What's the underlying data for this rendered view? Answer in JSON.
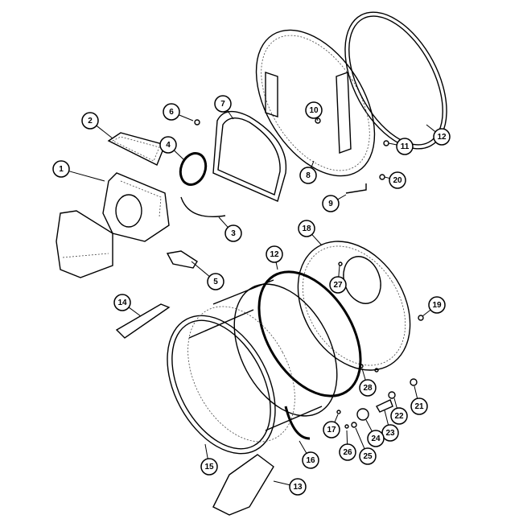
{
  "diagram": {
    "line_color": "#000000",
    "background": "#ffffff",
    "callouts": [
      "1",
      "2",
      "3",
      "4",
      "5",
      "6",
      "7",
      "8",
      "9",
      "10",
      "11",
      "12",
      "12",
      "13",
      "14",
      "15",
      "16",
      "17",
      "18",
      "19",
      "20",
      "21",
      "22",
      "23",
      "24",
      "25",
      "26",
      "27",
      "28"
    ]
  }
}
